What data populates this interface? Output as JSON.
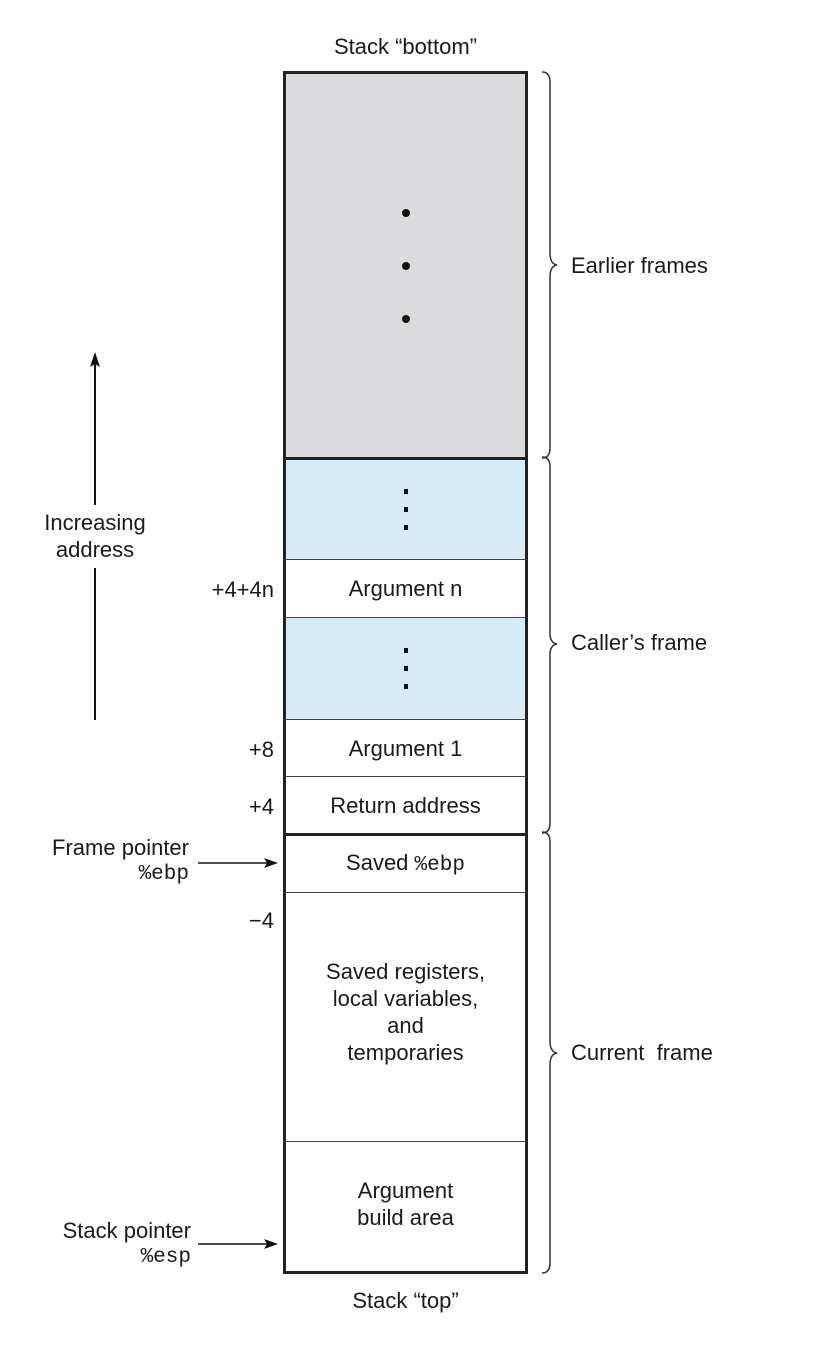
{
  "stack_bottom_label": "Stack “bottom”",
  "stack_top_label": "Stack “top”",
  "colors": {
    "earlier_frames_fill": "#dcdcde",
    "callers_frame_fill": "#d8ebf8",
    "white_fill": "#ffffff",
    "outline": "#222222"
  },
  "blocks": {
    "earlier": {
      "content": "• • •"
    },
    "callers_dots_1": {
      "content": "⋮"
    },
    "argument_n": {
      "label": "Argument n"
    },
    "callers_dots_2": {
      "content": "⋮"
    },
    "argument_1": {
      "label": "Argument 1"
    },
    "return_address": {
      "label": "Return address"
    },
    "saved_ebp": {
      "prefix": "Saved ",
      "register": "%ebp"
    },
    "saved_regs": {
      "lines": [
        "Saved registers,",
        "local variables,",
        "and",
        "temporaries"
      ]
    },
    "arg_build": {
      "lines": [
        "Argument",
        "build area"
      ]
    }
  },
  "offsets": {
    "argument_n": "+4+4n",
    "argument_1": "+8",
    "return_address": "+4",
    "saved_regs": "−4"
  },
  "brackets": {
    "earlier": "Earlier frames",
    "callers": "Caller’s frame",
    "current": "Current  frame"
  },
  "increasing_address": [
    "Increasing",
    "address"
  ],
  "frame_pointer": {
    "label": "Frame pointer",
    "register": "%ebp"
  },
  "stack_pointer": {
    "label": "Stack pointer",
    "register": "%esp"
  }
}
